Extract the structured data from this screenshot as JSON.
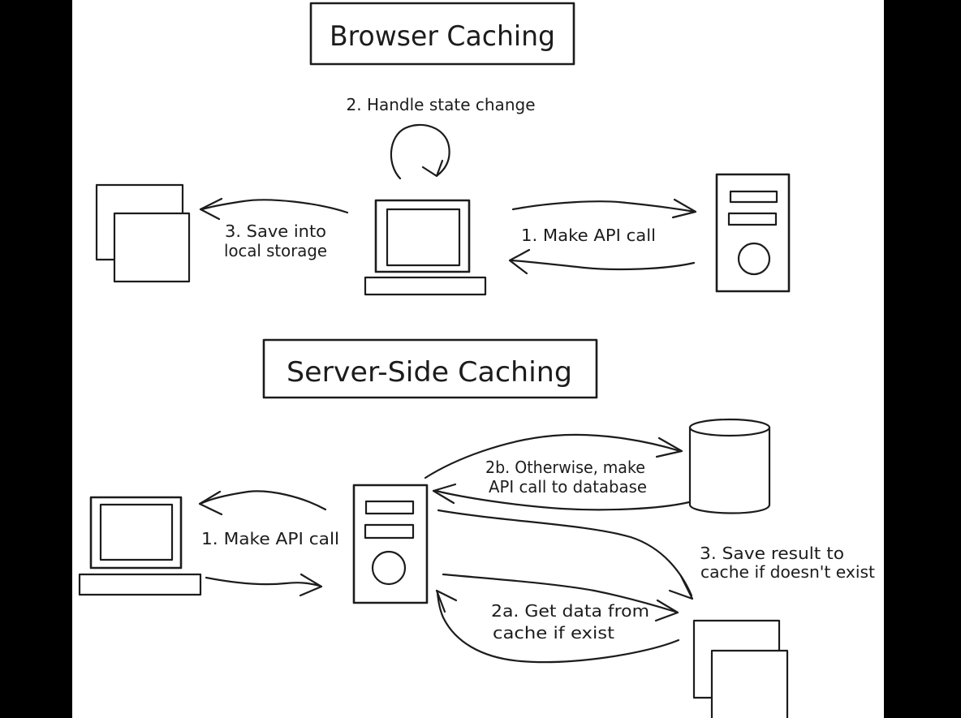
{
  "ink_color": "#1c1c1c",
  "paper_color": "#ffffff",
  "letterbox_color": "#000000",
  "browser": {
    "title": "Browser Caching",
    "handle_state": "2. Handle state change",
    "save_into": "3. Save into",
    "local_storage": "local storage",
    "make_api_call": "1. Make API call"
  },
  "server_side": {
    "title": "Server-Side Caching",
    "make_api_call": "1. Make API call",
    "otherwise_make": "2b. Otherwise, make",
    "api_call_to_db": "API call to database",
    "save_result_to": "3. Save result to",
    "cache_if_not_exist": "cache if doesn't exist",
    "get_data_from": "2a. Get data from",
    "cache_if_exist": "cache if exist"
  },
  "icons": [
    "local-storage-icon",
    "client-computer-icon",
    "server-icon",
    "self-loop-arrow-icon",
    "client-computer-icon",
    "app-server-icon",
    "database-cylinder-icon",
    "cache-store-icon"
  ]
}
